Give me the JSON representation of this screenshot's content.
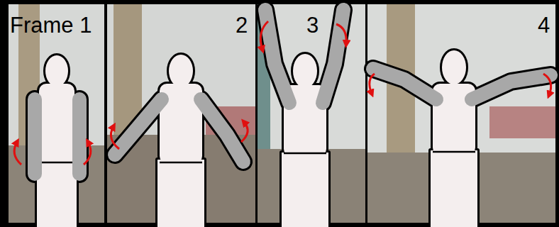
{
  "diagram": {
    "labels": [
      "Frame 1",
      "2",
      "3",
      "4"
    ]
  }
}
